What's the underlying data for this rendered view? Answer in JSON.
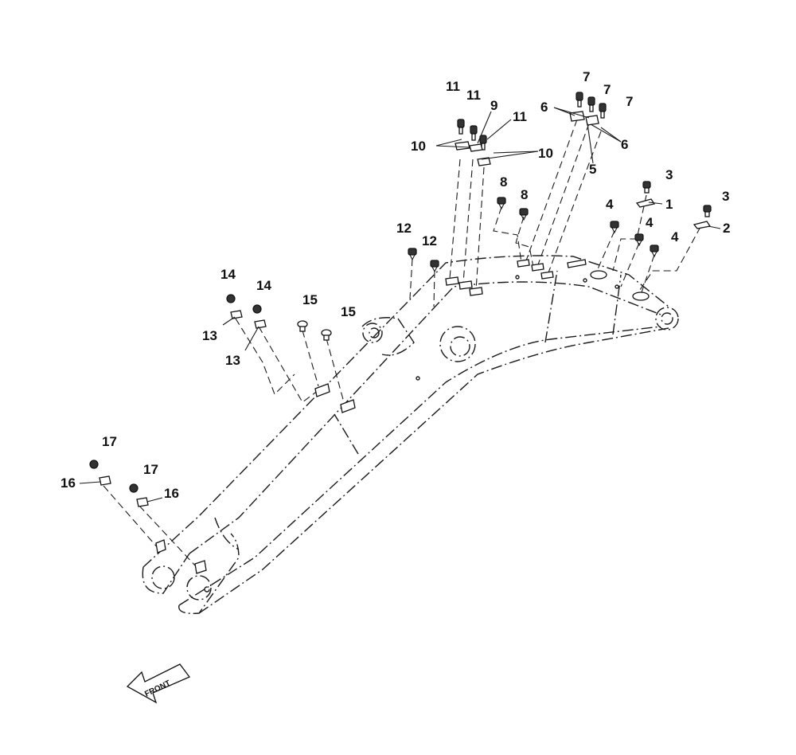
{
  "callouts": [
    {
      "id": "c1",
      "text": "1"
    },
    {
      "id": "c2",
      "text": "2"
    },
    {
      "id": "c3a",
      "text": "3"
    },
    {
      "id": "c3b",
      "text": "3"
    },
    {
      "id": "c4a",
      "text": "4"
    },
    {
      "id": "c4b",
      "text": "4"
    },
    {
      "id": "c4c",
      "text": "4"
    },
    {
      "id": "c5",
      "text": "5"
    },
    {
      "id": "c6a",
      "text": "6"
    },
    {
      "id": "c6b",
      "text": "6"
    },
    {
      "id": "c7a",
      "text": "7"
    },
    {
      "id": "c7b",
      "text": "7"
    },
    {
      "id": "c7c",
      "text": "7"
    },
    {
      "id": "c8a",
      "text": "8"
    },
    {
      "id": "c8b",
      "text": "8"
    },
    {
      "id": "c9",
      "text": "9"
    },
    {
      "id": "c10a",
      "text": "10"
    },
    {
      "id": "c10b",
      "text": "10"
    },
    {
      "id": "c11a",
      "text": "11"
    },
    {
      "id": "c11b",
      "text": "11"
    },
    {
      "id": "c11c",
      "text": "11"
    },
    {
      "id": "c12a",
      "text": "12"
    },
    {
      "id": "c12b",
      "text": "12"
    },
    {
      "id": "c13a",
      "text": "13"
    },
    {
      "id": "c13b",
      "text": "13"
    },
    {
      "id": "c14a",
      "text": "14"
    },
    {
      "id": "c14b",
      "text": "14"
    },
    {
      "id": "c15a",
      "text": "15"
    },
    {
      "id": "c15b",
      "text": "15"
    },
    {
      "id": "c16a",
      "text": "16"
    },
    {
      "id": "c16b",
      "text": "16"
    },
    {
      "id": "c17a",
      "text": "17"
    },
    {
      "id": "c17b",
      "text": "17"
    }
  ],
  "front_label": "FRONT"
}
